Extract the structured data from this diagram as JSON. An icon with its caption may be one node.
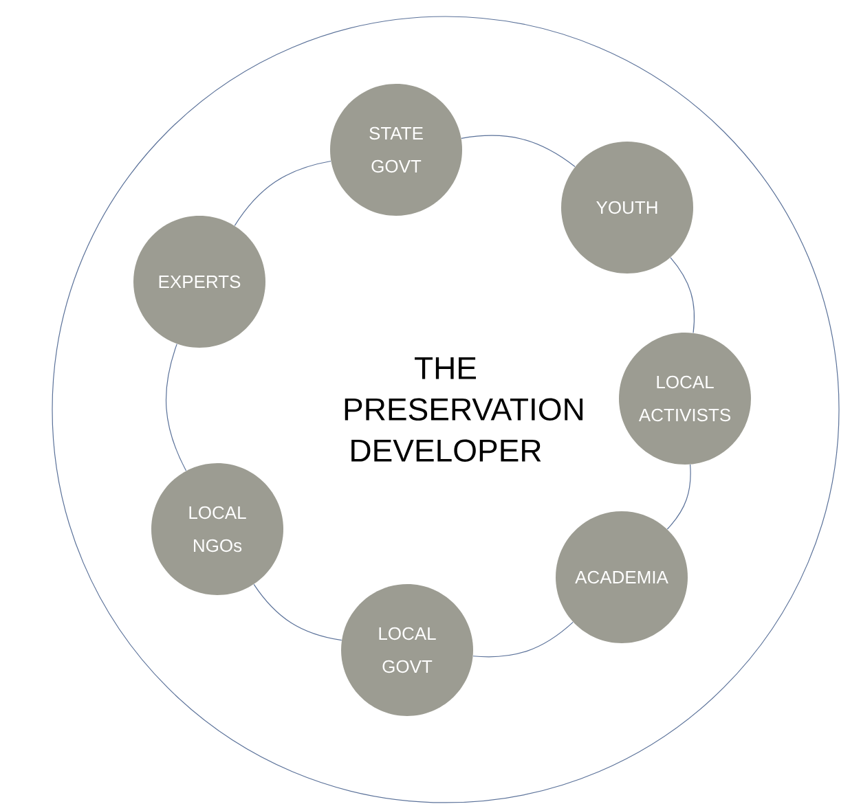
{
  "diagram": {
    "nodes": [
      {
        "text": [
          "THE PRESERVATION DEVELOPER"
        ]
      },
      {
        "text": [
          "STATE GOVT"
        ],
        "in": 0
      },
      {
        "text": [
          "YOUTH"
        ],
        "in": 0
      },
      {
        "text": [
          "LOCAL ACTIVISTS"
        ],
        "in": 0
      },
      {
        "text": [
          "ACADEMIA"
        ],
        "in": 0
      },
      {
        "text": [
          "LOCAL GOVT"
        ],
        "in": 0
      },
      {
        "text": [
          "LOCAL NGOs"
        ],
        "in": 0
      },
      {
        "text": [
          "EXPERTS"
        ],
        "in": 0
      }
    ],
    "edges": [
      {
        "from": 1,
        "to": 2,
        "arrow": "none"
      },
      {
        "from": 2,
        "to": 3,
        "arrow": "none"
      },
      {
        "from": 3,
        "to": 4,
        "arrow": "none"
      },
      {
        "from": 4,
        "to": 5,
        "arrow": "none"
      },
      {
        "from": 5,
        "to": 6,
        "arrow": "none"
      },
      {
        "from": 6,
        "to": 7,
        "arrow": "none"
      },
      {
        "from": 7,
        "to": 1,
        "arrow": "none"
      }
    ]
  }
}
